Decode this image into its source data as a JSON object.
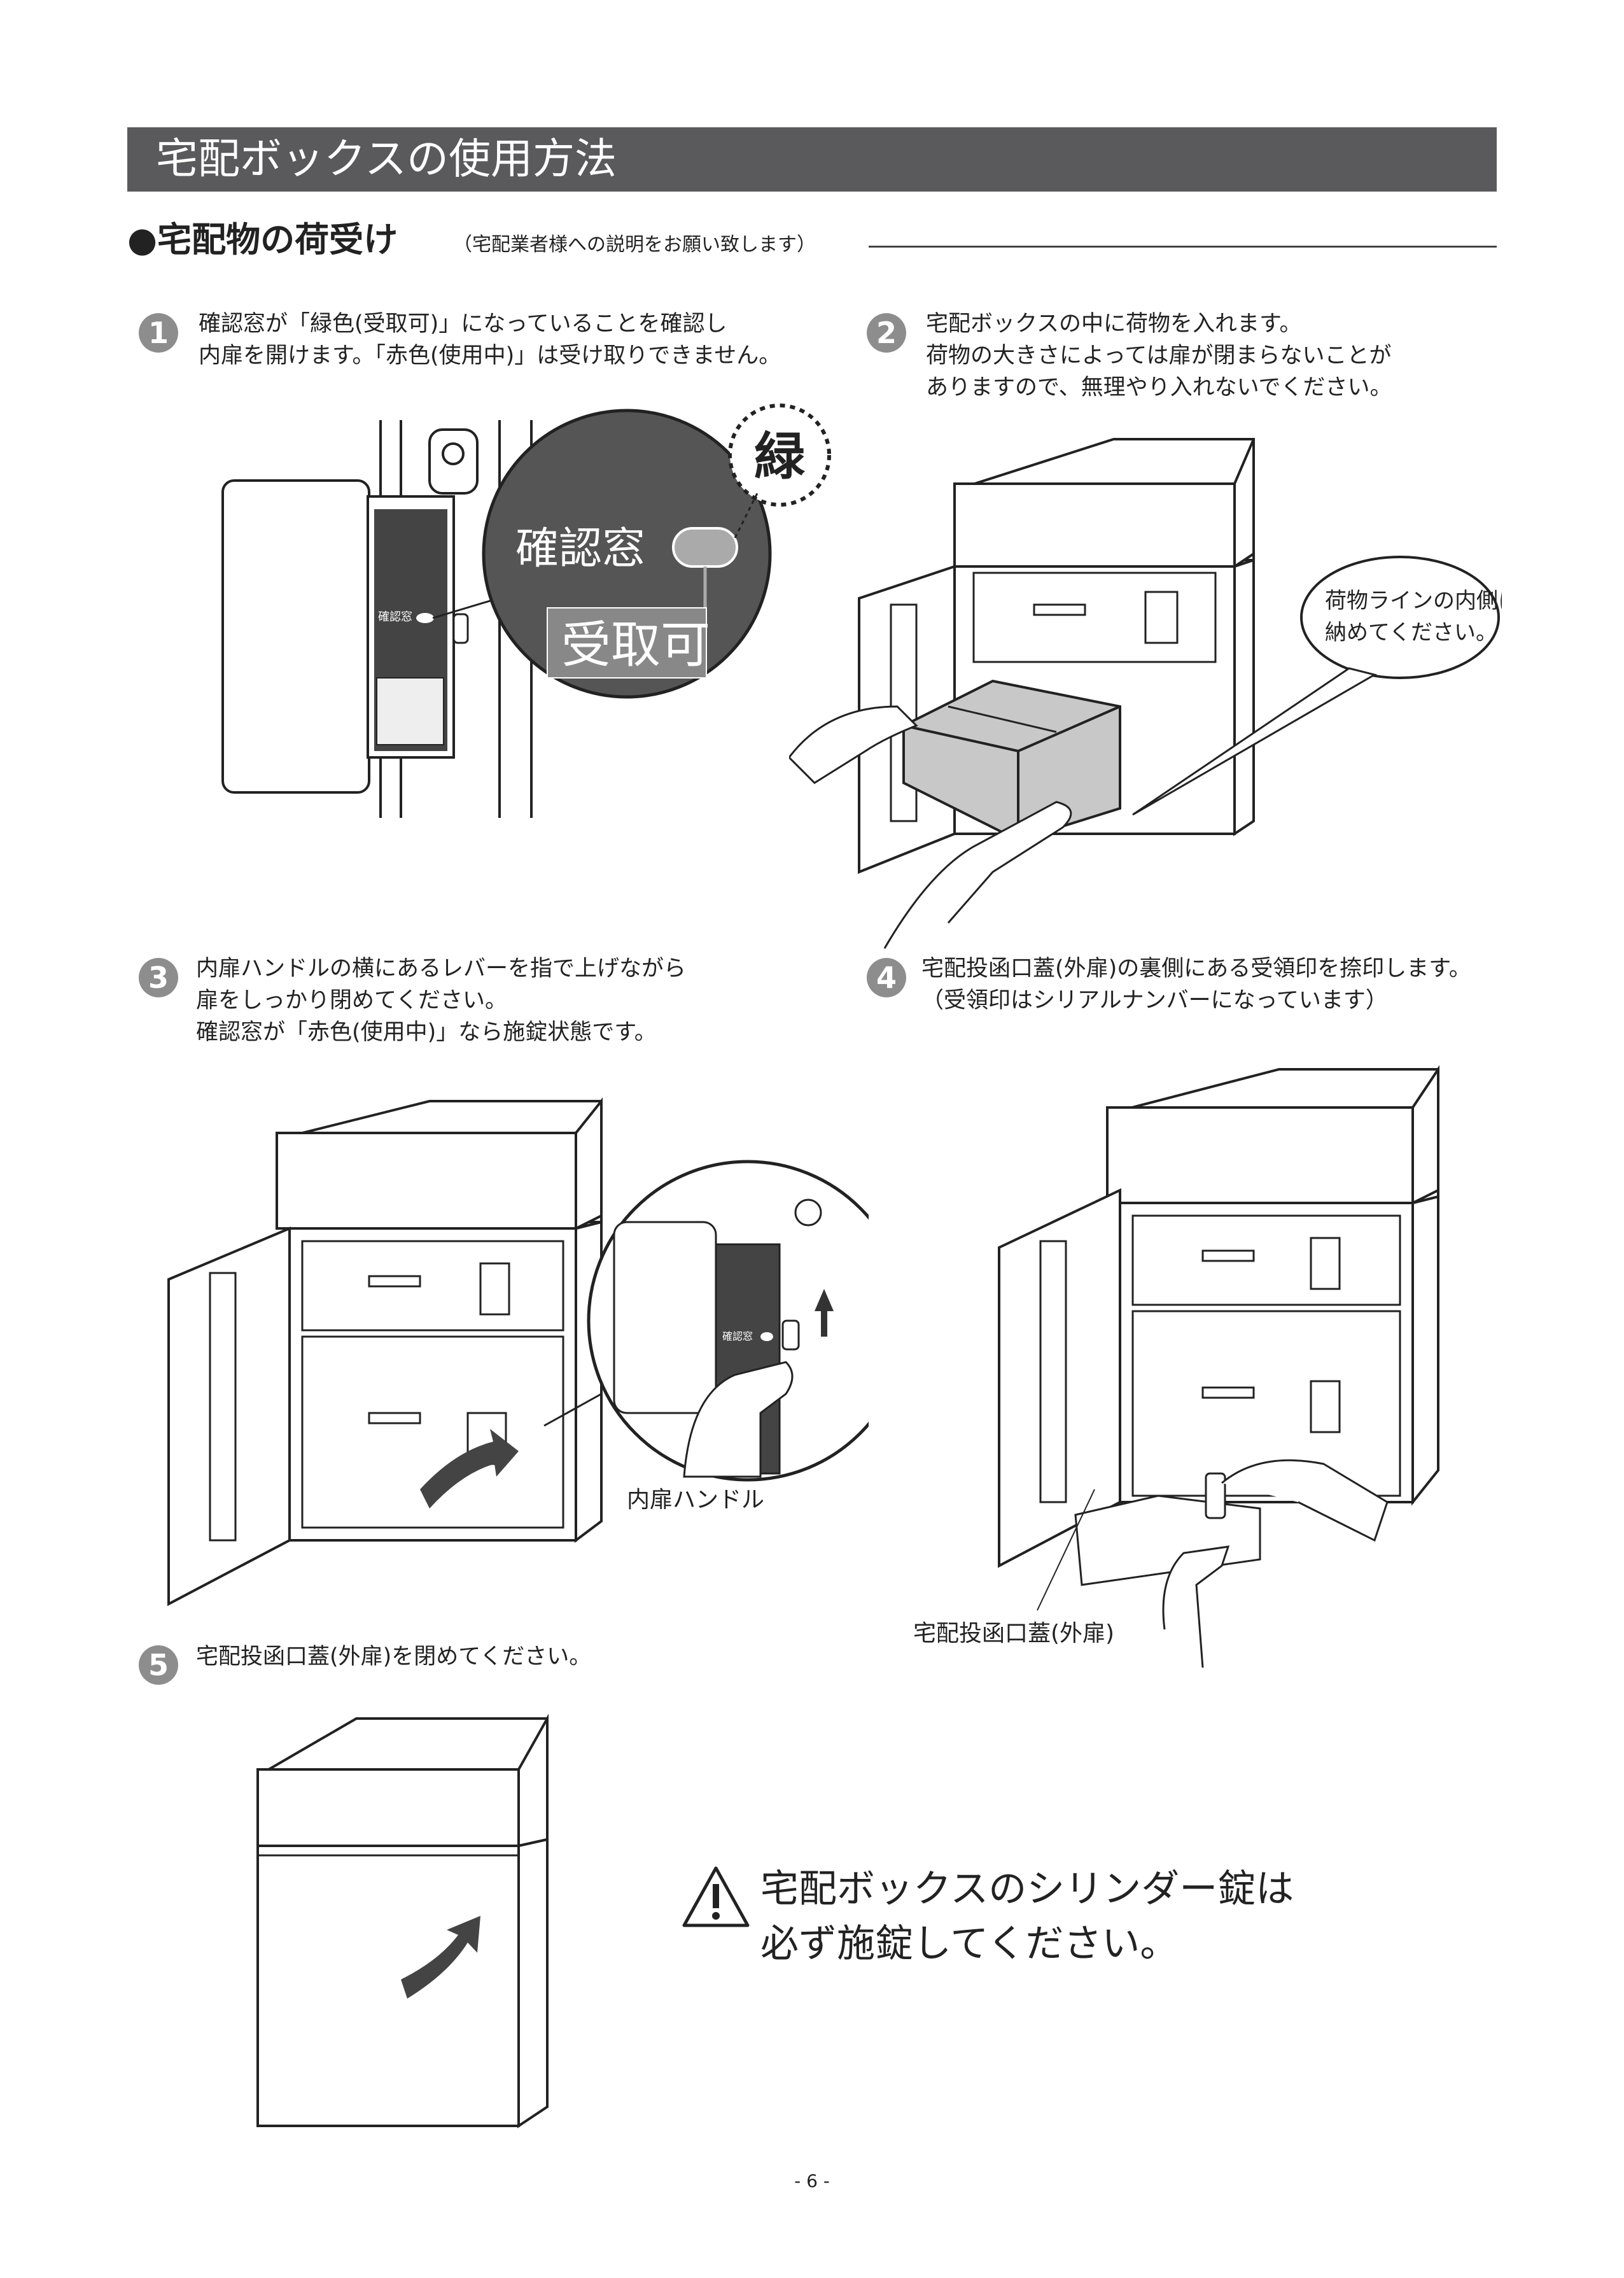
{
  "header": {
    "title": "宅配ボックスの使用方法"
  },
  "section": {
    "heading": "●宅配物の荷受け",
    "note": "（宅配業者様への説明をお願い致します）"
  },
  "steps": [
    {
      "num": "1",
      "lines": [
        "確認窓が「緑色(受取可)」になっていることを確認し",
        "内扉を開けます。「赤色(使用中)」は受け取りできません。"
      ]
    },
    {
      "num": "2",
      "lines": [
        "宅配ボックスの中に荷物を入れます。",
        "荷物の大きさによっては扉が閉まらないことが",
        "ありますので、無理やり入れないでください。"
      ]
    },
    {
      "num": "3",
      "lines": [
        "内扉ハンドルの横にあるレバーを指で上げながら",
        "扉をしっかり閉めてください。",
        "確認窓が「赤色(使用中)」なら施錠状態です。"
      ]
    },
    {
      "num": "4",
      "lines": [
        "宅配投函口蓋(外扉)の裏側にある受領印を捺印します。",
        "（受領印はシリアルナンバーになっています）"
      ]
    },
    {
      "num": "5",
      "lines": [
        "宅配投函口蓋(外扉)を閉めてください。"
      ]
    }
  ],
  "fig1": {
    "zoom_label": "確認窓",
    "status_label": "受取可",
    "color_label": "緑",
    "panel_label": "確認窓"
  },
  "fig2": {
    "callout_lines": [
      "荷物ラインの内側に",
      "納めてください。"
    ]
  },
  "fig3": {
    "panel_label": "確認窓",
    "caption": "内扉ハンドル"
  },
  "fig4": {
    "caption": "宅配投函口蓋(外扉)"
  },
  "warning": {
    "icon": "warning-triangle-icon",
    "lines": [
      "宅配ボックスのシリンダー錠は",
      "必ず施錠してください。"
    ]
  },
  "footer": {
    "page_number": "- 6 -"
  },
  "colors": {
    "banner": "#5a5a5c",
    "step_badge": "#8d8d8d",
    "box_fill": "#c8c8c8",
    "zoom_dark": "#555555"
  }
}
